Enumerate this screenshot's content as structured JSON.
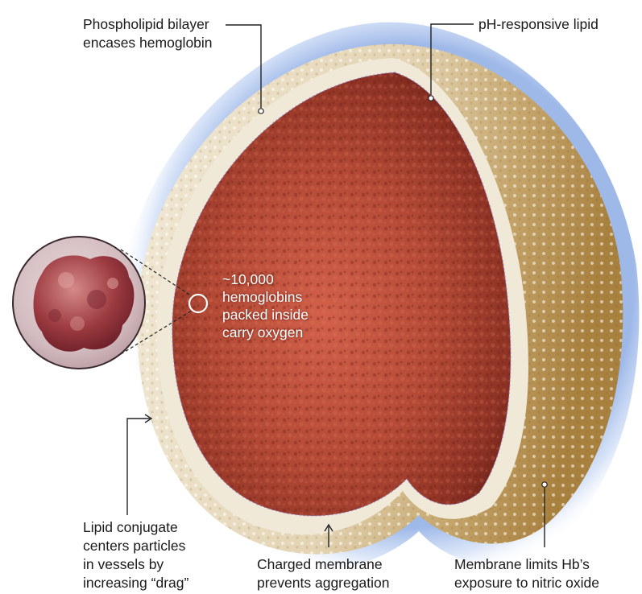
{
  "labels": {
    "bilayer": [
      "Phospholipid bilayer",
      "encases hemoglobin"
    ],
    "ph_lipid": [
      "pH-responsive lipid"
    ],
    "hemoglobins": [
      "~10,000",
      "hemoglobins",
      "packed inside",
      "carry oxygen"
    ],
    "conjugate": [
      "Lipid conjugate",
      "centers particles",
      "in vessels by",
      "increasing “drag”"
    ],
    "charged": [
      "Charged membrane",
      "prevents aggregation"
    ],
    "membrane_limits": [
      "Membrane limits Hb’s",
      "exposure to nitric oxide"
    ]
  },
  "icons": {
    "hemoglobin_inset": "hemoglobin-molecule-icon",
    "particle": "hemoglobin-vesicle-icon"
  },
  "colors": {
    "core_red": "#b8402f",
    "shell_cream": "#efe6d2",
    "shell_brown": "#b8935a",
    "halo_blue": "#4f7fd6",
    "leader_line": "#222222"
  }
}
